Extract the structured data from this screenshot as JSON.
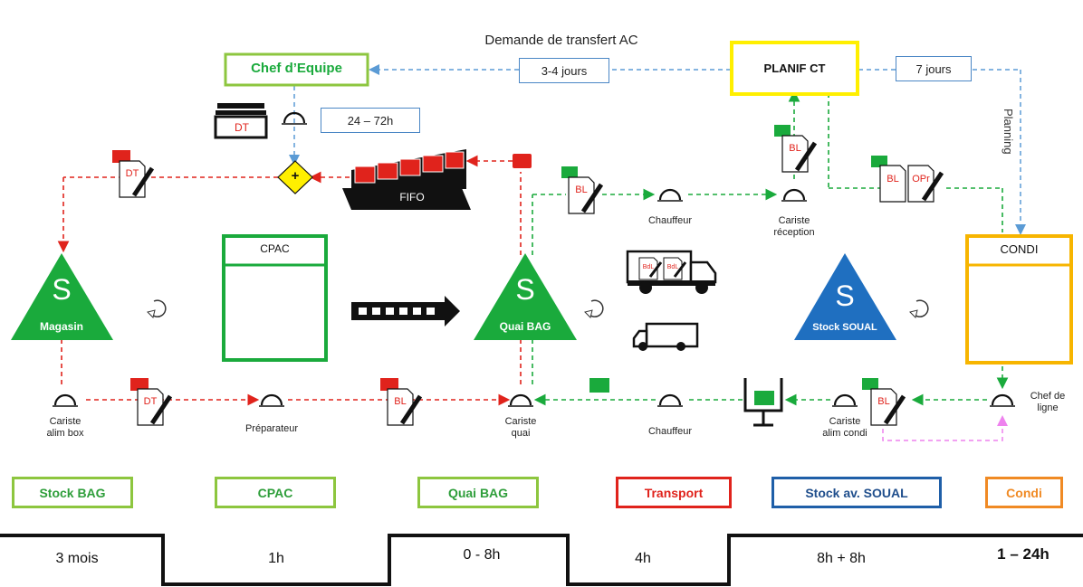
{
  "top_label": "Demande de transfert AC",
  "chef_equipe": "Chef d’Equipe",
  "planif": "PLANIF CT",
  "dur_3_4": "3-4 jours",
  "dur_7": "7 jours",
  "dur_24_72": "24 – 72h",
  "planning": "Planning",
  "fifo": "FIFO",
  "doc": {
    "dt": "DT",
    "bl": "BL",
    "opr": "OPr",
    "bdl": "BdL"
  },
  "plus": "+",
  "s_letter": "S",
  "triangles": {
    "magasin": "Magasin",
    "quai": "Quai BAG",
    "soual": "Stock SOUAL"
  },
  "cpac_title": "CPAC",
  "condi_title": "CONDI",
  "operators": {
    "chauffeur_top": "Chauffeur",
    "cariste_reception": "Cariste\nréception",
    "cariste_alim_box": "Cariste\nalim box",
    "preparateur": "Préparateur",
    "cariste_quai": "Cariste\nquai",
    "chauffeur_bottom": "Chauffeur",
    "cariste_alim_condi": "Cariste\nalim condi",
    "chef_de_ligne": "Chef de\nligne"
  },
  "stages": [
    {
      "label": "Stock BAG",
      "color": "#8dc63f",
      "text": "#2e9e3a"
    },
    {
      "label": "CPAC",
      "color": "#8dc63f",
      "text": "#2e9e3a"
    },
    {
      "label": "Quai BAG",
      "color": "#8dc63f",
      "text": "#2e9e3a"
    },
    {
      "label": "Transport",
      "color": "#e0231c",
      "text": "#e0231c"
    },
    {
      "label": "Stock av. SOUAL",
      "color": "#1f5fa8",
      "text": "#1f4e8c"
    },
    {
      "label": "Condi",
      "color": "#f08a24",
      "text": "#f08a24"
    }
  ],
  "timeline": [
    "3 mois",
    "1h",
    "0 - 8h",
    "4h",
    "8h + 8h",
    "1 – 24h"
  ],
  "colors": {
    "green": "#1aaa3c",
    "red": "#e0231c",
    "blue": "#5b9bd5",
    "pink": "#ee82ee",
    "yellow": "#ffef00",
    "condi": "#f7b500",
    "soual": "#1f6fc0",
    "lightgreen": "#8dc63f"
  }
}
